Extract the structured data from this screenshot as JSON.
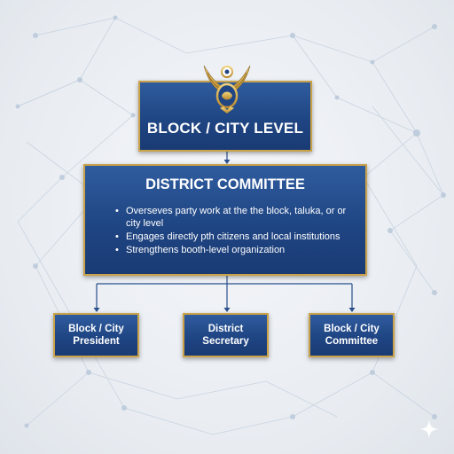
{
  "diagram": {
    "top_box": {
      "title": "BLOCK / CITY LEVEL",
      "logo_icon": "eagle-emblem-icon"
    },
    "district_box": {
      "title": "DISTRICT COMMITTEE",
      "bullets": [
        "Overseves party work at the the block, taluka, or or city level",
        "Engages directly pth citizens and local institutions",
        "Strengthens booth-level organization"
      ]
    },
    "children": [
      {
        "label": "Block / City President"
      },
      {
        "label": "District Secretary"
      },
      {
        "label": "Block / City Committee"
      }
    ]
  },
  "colors": {
    "box_fill": "#1f4583",
    "box_border": "#c9a24a",
    "connector": "#2a4f8c",
    "background": "#eef1f5",
    "network": "#b9c8da"
  },
  "icons": {
    "corner": "sparkle-icon"
  }
}
